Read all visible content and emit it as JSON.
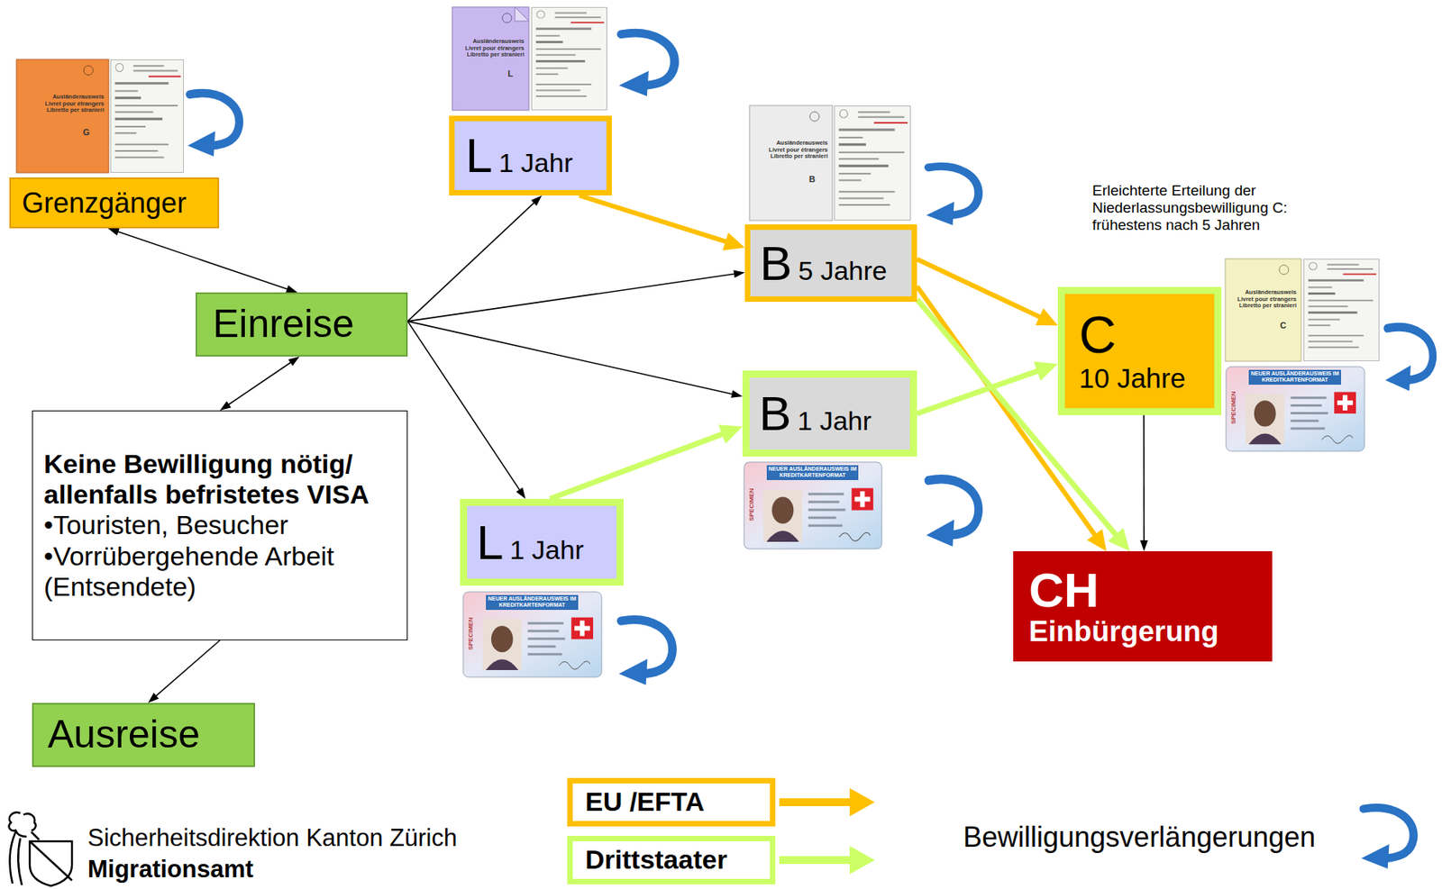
{
  "diagram": {
    "nodes": [
      {
        "text": [
          "L",
          "1 Jahr"
        ]
      },
      {
        "text": [
          "Grenzgänger"
        ]
      },
      {
        "text": [
          "B",
          "5 Jahre"
        ]
      },
      {
        "text": [
          "C",
          "10 Jahre"
        ]
      },
      {
        "text": [
          "Einreise"
        ]
      },
      {
        "text": [
          "B",
          "1 Jahr"
        ]
      },
      {
        "text": [
          "Keine Bewilligung nötig/ allenfalls befristetes VISA",
          "•Touristen, Besucher",
          "•Vorrübergehende Arbeit (Entsendete)"
        ]
      },
      {
        "text": [
          "L",
          "1 Jahr"
        ]
      },
      {
        "text": [
          "CH",
          "Einbürgerung"
        ]
      },
      {
        "text": [
          "Ausreise"
        ]
      }
    ],
    "edges": [
      {
        "from": 1,
        "to": 4,
        "arrow": "both"
      },
      {
        "from": 6,
        "to": 4,
        "arrow": "both"
      },
      {
        "from": 6,
        "to": 9,
        "arrow": "to"
      },
      {
        "from": 4,
        "to": 0,
        "arrow": "to"
      },
      {
        "from": 4,
        "to": 2,
        "arrow": "to"
      },
      {
        "from": 4,
        "to": 5,
        "arrow": "to"
      },
      {
        "from": 4,
        "to": 7,
        "arrow": "to"
      },
      {
        "from": 0,
        "to": 2,
        "arrow": "to"
      },
      {
        "from": 2,
        "to": 3,
        "arrow": "to"
      },
      {
        "from": 2,
        "to": 8,
        "arrow": "to"
      },
      {
        "from": 2,
        "to": 8,
        "arrow": "to"
      },
      {
        "from": 7,
        "to": 5,
        "arrow": "to"
      },
      {
        "from": 5,
        "to": 3,
        "arrow": "to"
      },
      {
        "from": 3,
        "to": 8,
        "arrow": "to"
      }
    ],
    "labels": [
      "Erleichterte Erteilung der Niederlassungsbewilligung C: frühestens nach 5 Jahren",
      "Sicherheitsdirektion Kanton Zürich",
      "Migrationsamt",
      "Ausländerausweis Livret pour étrangers Libretto per stranieri",
      "G",
      "Ausländerausweis Livret pour étrangers Libretto per stranieri",
      "L",
      "Ausländerausweis Livret pour étrangers Libretto per stranieri",
      "B",
      "Ausländerausweis Livret pour étrangers Libretto per stranieri",
      "C",
      "NEUER AUSLÄNDERAUSWEIS IM KREDITKARTENFORMAT",
      "SPECIMEN",
      "NEUER AUSLÄNDERAUSWEIS IM KREDITKARTENFORMAT",
      "SPECIMEN",
      "NEUER AUSLÄNDERAUSWEIS IM KREDITKARTENFORMAT",
      "SPECIMEN"
    ],
    "legend": [
      {
        "text": "EU /EFTA",
        "color": "#ffc000"
      },
      {
        "text": "Drittstaater",
        "color": "#ccff66"
      },
      {
        "text": "Bewilligungsverlängerungen"
      }
    ]
  }
}
